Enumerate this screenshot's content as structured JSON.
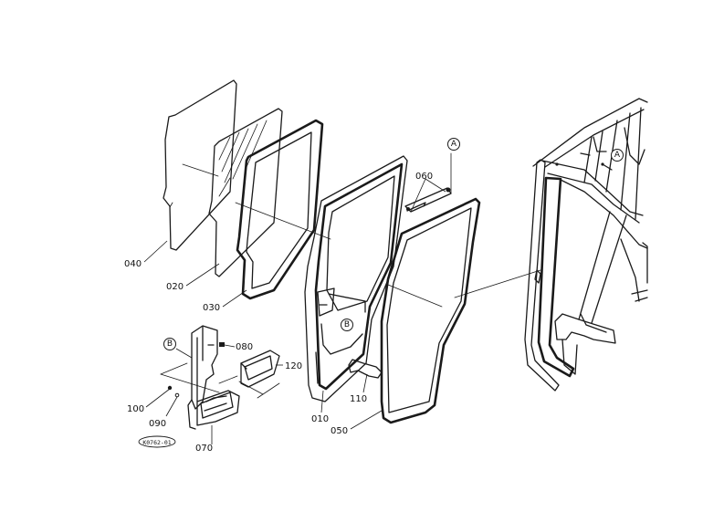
{
  "parts": {
    "p010": "010",
    "p020": "020",
    "p030": "030",
    "p040": "040",
    "p050": "050",
    "p060": "060",
    "p070": "070",
    "p080": "080",
    "p090": "090",
    "p100": "100",
    "p110": "110",
    "p120": "120"
  },
  "refs": {
    "a": "A",
    "b": "B"
  },
  "stamp": "K0762-01"
}
